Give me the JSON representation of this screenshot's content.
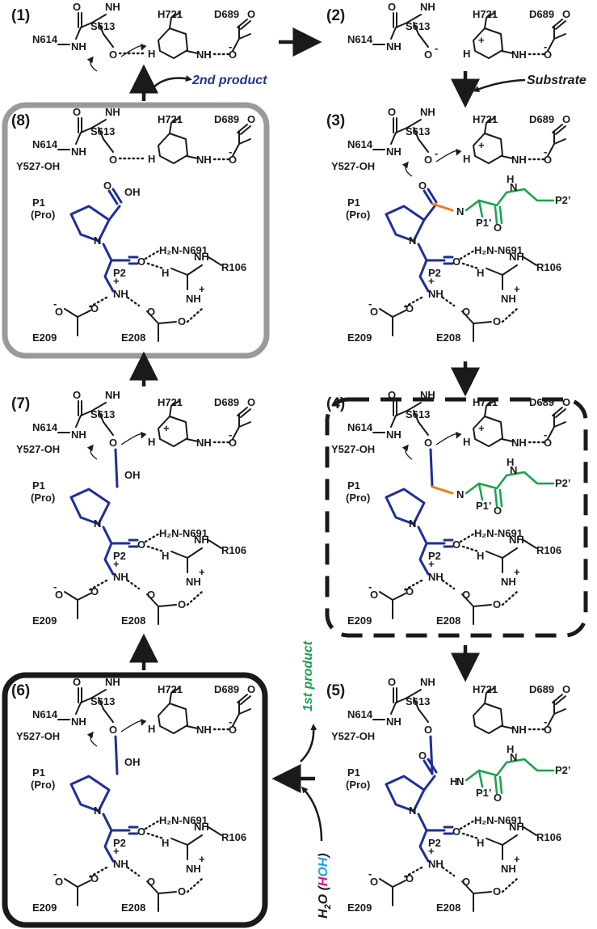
{
  "colors": {
    "black": "#1a1a1a",
    "proline_blue": "#1e2f9a",
    "leaving_green": "#17a34a",
    "scissile_orange": "#ef7a1a",
    "hydroxyl_cyan": "#1aa3e8",
    "proton_magenta": "#e0107a",
    "box_gray": "#9a9a9a",
    "second_product_navy": "#1f3496"
  },
  "annotations": {
    "second_product": "2nd product",
    "substrate": "Substrate",
    "first_product": "1st product",
    "water_prefix": "H",
    "water_sub": "2",
    "water_suffix": "O (",
    "water_h1": "H",
    "water_o": "O",
    "water_h2": "H",
    "water_close": ")"
  },
  "labels": {
    "H": "H",
    "OH": "OH",
    "O": "O",
    "N": "N",
    "NH": "NH",
    "S613": "S613",
    "N614": "N614",
    "H721": "H721",
    "D689": "D689",
    "Y527": "Y527-OH",
    "P1": "P1",
    "Pro": "(Pro)",
    "P2": "P2",
    "P1p": "P1’",
    "P2p": "P2’",
    "H2N691": "H₂N-N691",
    "R106": "R106",
    "E209": "E209",
    "E208": "E208",
    "plus": "+",
    "minus": "-"
  },
  "steps": [
    {
      "id": "1",
      "label": "(1)"
    },
    {
      "id": "2",
      "label": "(2)"
    },
    {
      "id": "3",
      "label": "(3)"
    },
    {
      "id": "4",
      "label": "(4)"
    },
    {
      "id": "5",
      "label": "(5)"
    },
    {
      "id": "6",
      "label": "(6)"
    },
    {
      "id": "7",
      "label": "(7)"
    },
    {
      "id": "8",
      "label": "(8)"
    }
  ],
  "icons": [
    "reaction-arrow-icon",
    "curved-arrow-icon"
  ]
}
